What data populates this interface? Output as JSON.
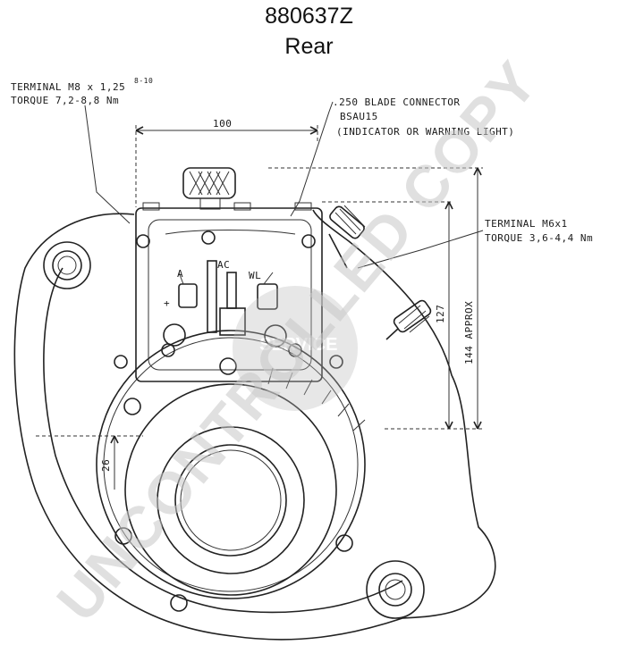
{
  "title": "880637Z",
  "subtitle": "Rear",
  "annotations": {
    "terminal_m8_line1": "TERMINAL  M8 x 1,25",
    "terminal_m8_tol": "8-10",
    "terminal_m8_line2": "TORQUE  7,2-8,8 Nm",
    "blade_line1": ".250 BLADE CONNECTOR",
    "blade_line2": "BSAU15",
    "blade_line3": "(INDICATOR OR WARNING LIGHT)",
    "terminal_m6_line1": "TERMINAL  M6x1",
    "terminal_m6_line2": "TORQUE  3,6-4,4 Nm",
    "dim_100": "100",
    "dim_127": "127",
    "dim_144": "144  APPROX",
    "dim_26": "26",
    "label_a": "A",
    "label_ac": "AC",
    "label_wl": "WL",
    "label_plus": "+"
  },
  "watermark": {
    "text": "UNCONTROLLED COPY",
    "subtext": "SERVICE",
    "color": "#c8c8c8"
  }
}
